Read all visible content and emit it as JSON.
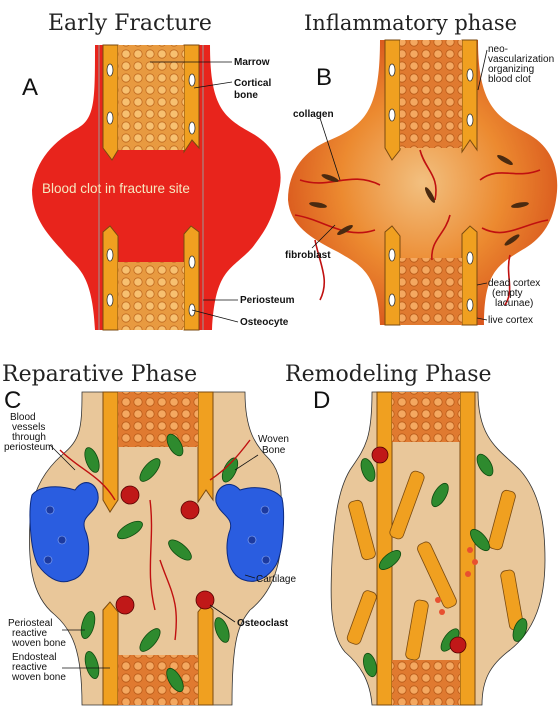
{
  "titles": {
    "a": "Early Fracture",
    "b": "Inflammatory phase",
    "c": "Reparative Phase",
    "d": "Remodeling Phase"
  },
  "letters": {
    "a": "A",
    "b": "B",
    "c": "C",
    "d": "D"
  },
  "panel_a": {
    "marrow": "Marrow",
    "cortical_1": "Cortical",
    "cortical_2": "bone",
    "clot": "Blood clot in fracture site",
    "periosteum": "Periosteum",
    "osteocyte": "Osteocyte"
  },
  "panel_b": {
    "neo_1": "neo-",
    "neo_2": "vascularization",
    "neo_3": "organizing",
    "neo_4": "blood clot",
    "collagen": "collagen",
    "fibroblast": "fibroblast",
    "dead_1": "dead cortex",
    "dead_2": "(empty",
    "dead_3": "lacunae)",
    "live": "live cortex"
  },
  "panel_c": {
    "blood_1": "Blood",
    "blood_2": "vessels",
    "blood_3": "through",
    "blood_4": "periosteum",
    "woven_1": "Woven",
    "woven_2": "Bone",
    "cartilage": "Cartilage",
    "osteoclast": "Osteoclast",
    "peri_1": "Periosteal",
    "peri_2": "reactive",
    "peri_3": "woven bone",
    "endo_1": "Endosteal",
    "endo_2": "reactive",
    "endo_3": "woven bone"
  },
  "colors": {
    "clot_red": "#e8241c",
    "bone_orange": "#f0a020",
    "marrow_dot": "#e8a050",
    "callus_tan": "#e9c79a",
    "cartilage_blue": "#2a5de0",
    "osteoid_green": "#2e8a2e",
    "osteoclast_red": "#c01818"
  }
}
